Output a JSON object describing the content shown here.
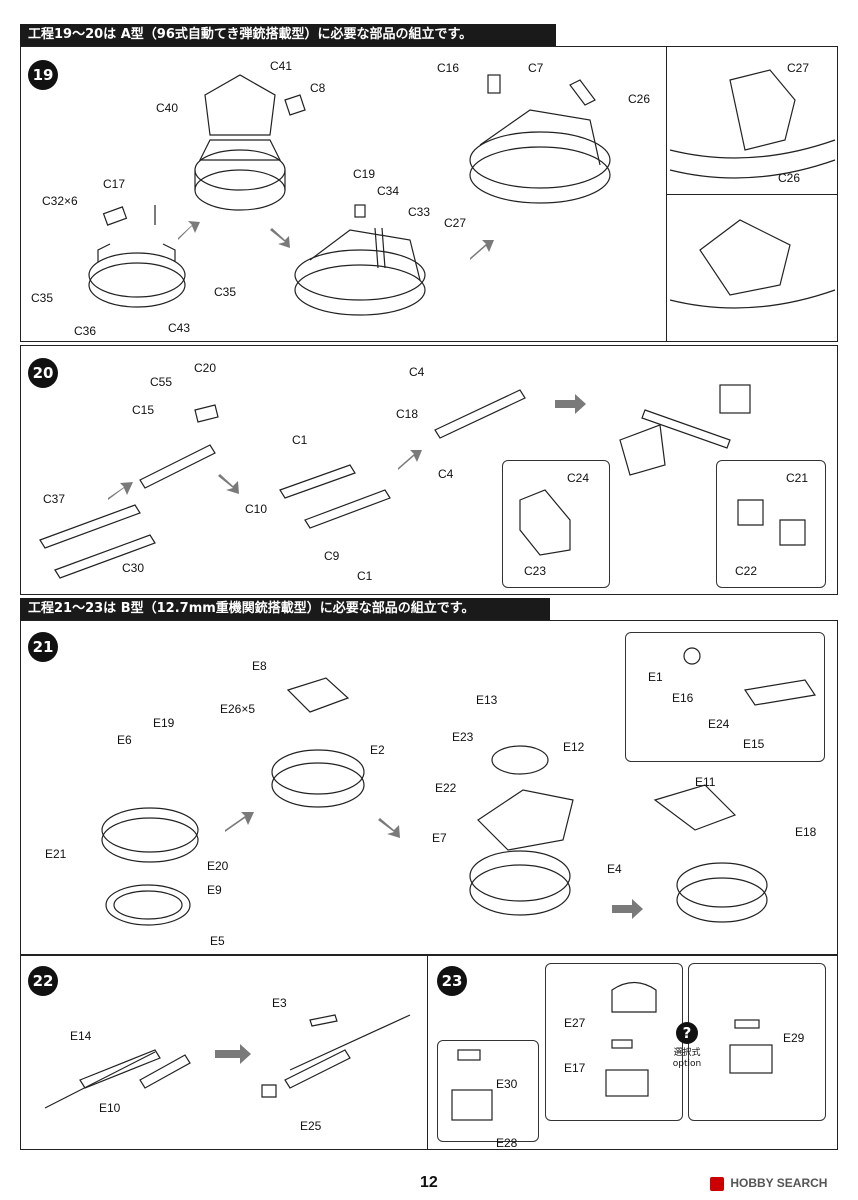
{
  "headers": {
    "section_a": "工程19〜20は A型（96式自動てき弾銃搭載型）に必要な部品の組立です。",
    "section_b": "工程21〜23は B型（12.7mm重機関銃搭載型）に必要な部品の組立です。"
  },
  "steps": {
    "s19": "19",
    "s20": "20",
    "s21": "21",
    "s22": "22",
    "s23": "23"
  },
  "labels": {
    "s19": [
      "C41",
      "C8",
      "C40",
      "C17",
      "C32×6",
      "C35",
      "C36",
      "C43",
      "C35",
      "C19",
      "C34",
      "C33",
      "C27",
      "C16",
      "C7",
      "C26",
      "C27",
      "C26"
    ],
    "s20": [
      "C20",
      "C55",
      "C15",
      "C37",
      "C30",
      "C1",
      "C10",
      "C9",
      "C1",
      "C4",
      "C18",
      "C4",
      "C24",
      "C23",
      "C21",
      "C22"
    ],
    "s21": [
      "E8",
      "E26×5",
      "E2",
      "E19",
      "E6",
      "E21",
      "E20",
      "E9",
      "E5",
      "E13",
      "E23",
      "E12",
      "E22",
      "E7",
      "E4",
      "E1",
      "E16",
      "E24",
      "E15",
      "E11",
      "E18"
    ],
    "s22": [
      "E3",
      "E14",
      "E10",
      "E25"
    ],
    "s23": [
      "E27",
      "E17",
      "E29",
      "E30",
      "E28"
    ]
  },
  "option": {
    "mark": "?",
    "line1": "選択式",
    "line2": "option"
  },
  "footer": {
    "page_number": "12",
    "watermark": "HOBBY SEARCH"
  },
  "colors": {
    "header_bg": "#1a1a1a",
    "ink": "#111111",
    "arrow_gray": "#7a7a7a"
  }
}
